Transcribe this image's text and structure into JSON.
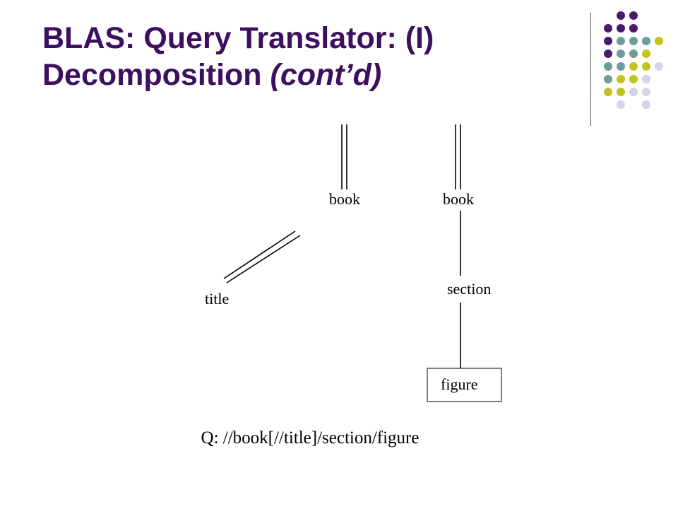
{
  "slide": {
    "title_line1": "BLAS: Query Translator: (I)",
    "title_line2_plain": "Decomposition ",
    "title_line2_italic": "(cont’d)"
  },
  "diagram": {
    "nodes": {
      "book_left": "book",
      "book_right": "book",
      "title": "title",
      "section": "section",
      "figure": "figure"
    },
    "edges": [
      {
        "from": "root",
        "to": "book_left",
        "kind": "descendant"
      },
      {
        "from": "root",
        "to": "book_right",
        "kind": "descendant"
      },
      {
        "from": "context",
        "to": "title",
        "kind": "descendant"
      },
      {
        "from": "book_right",
        "to": "section",
        "kind": "child"
      },
      {
        "from": "section",
        "to": "figure",
        "kind": "child"
      }
    ],
    "highlighted_node": "figure"
  },
  "query": {
    "text": "Q: //book[//title]/section/figure"
  },
  "theme": {
    "title_color": "#3c0f5f",
    "dot_purple": "#4a1a6b",
    "dot_teal": "#6e9b9b",
    "dot_olive": "#c3c31f",
    "dot_lavender": "#d4d4e8"
  }
}
